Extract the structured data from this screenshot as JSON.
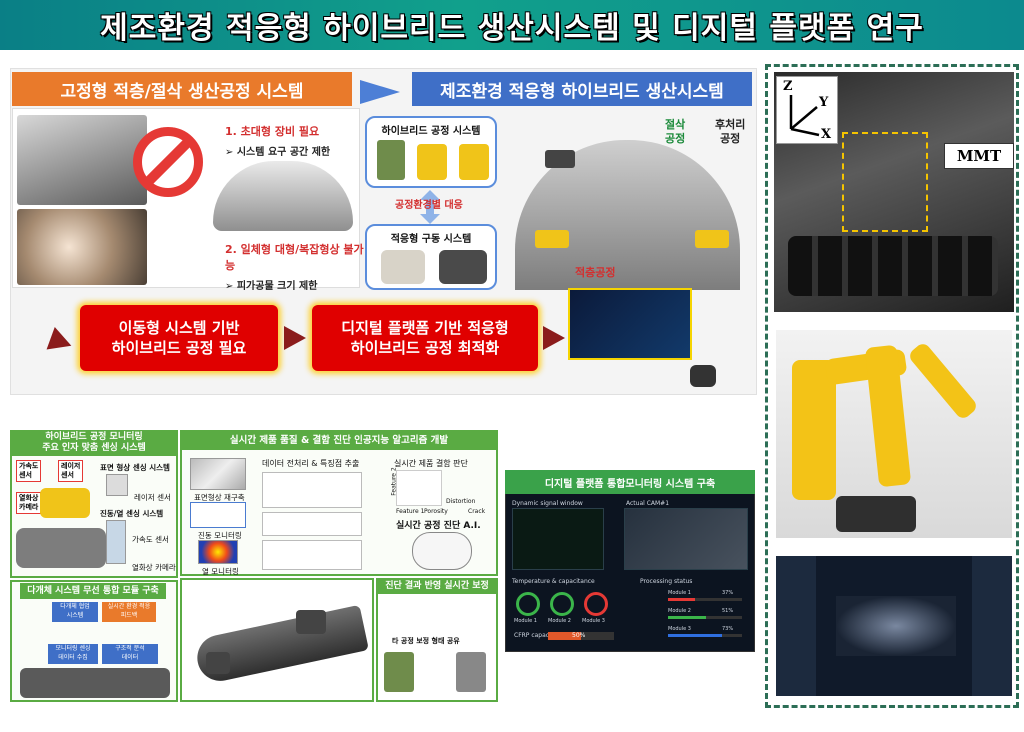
{
  "title": "제조환경 적응형 하이브리드 생산시스템 및 디지털 플랫폼 연구",
  "top": {
    "fixed_header": "고정형 적층/절삭 생산공정 시스템",
    "hybrid_header": "제조환경 적응형 하이브리드 생산시스템",
    "issue1_title": "1. 초대형 장비 필요",
    "issue1_sub": "➢ 시스템 요구 공간 제한",
    "issue2_title": "2. 일체형 대형/복잡형상 불가능",
    "issue2_sub": "➢ 피가공물 크기 제한",
    "hybrid_process_system": "하이브리드 공정 시스템",
    "env_response": "공정환경별 대응",
    "adaptive_drive_system": "적응형 구동 시스템",
    "label_cutting": "절삭\n공정",
    "label_post": "후처리\n공정",
    "label_additive": "적층공정",
    "mobile_need": "이동형 시스템 기반\n하이브리드 공정 필요",
    "digital_opt": "디지털 플랫폼 기반 적응형\n하이브리드 공정 최적화"
  },
  "bottom": {
    "monitor_head": "하이브리드 공정 모니터링\n주요 인자 맞춤 센싱 시스템",
    "ai_head": "실시간 제품 품질 & 결함 진단 인공지능 알고리즘 개발",
    "accel_sensor": "가속도\n센서",
    "laser_sensor": "레이저\n센서",
    "thermal_camera": "열화상\n카메라",
    "surface_sensing": "표면 형상 센싱 시스템",
    "laser_sensor2": "레이저 센서",
    "vibration_sensing": "진동/열 센싱 시스템",
    "accel_sensor2": "가속도 센서",
    "thermal_camera2": "열화상 카메라",
    "preprocessing": "데이터 전처리 & 특징점 추출",
    "defect_judge": "실시간 제품 결함 판단",
    "surface_recon": "표면형상 재구축",
    "vibration_monitor": "진동 모니터링",
    "thermal_monitor": "열 모니터링",
    "feature1": "Feature 1",
    "feature2": "Feature 2",
    "distortion": "Distortion",
    "porosity": "Porosity",
    "crack": "Crack",
    "realtime_ai": "실시간 공정 진단 A.I.",
    "multi_wireless": "다개체 시스템 무선 통합 모듈 구축",
    "multi_cell_system": "다개체 협업\n시스템",
    "realtime_feedback": "실시간 환경 적응\n피드백",
    "monitoring_sensing": "모니터링 센싱\n데이터 수집",
    "structure_analysis": "구조적 분석\n데이터",
    "diag_feedback_head": "진단 결과 반영 실시간 보정",
    "other_process_share": "타 공정 보정 형태 공유",
    "dp_head": "디지털 플랫폼 통합모니터링 시스템 구축"
  },
  "dashboard": {
    "dynamic_signal": "Dynamic signal window",
    "actual_cam": "Actual CAM#1",
    "temp_cap": "Temperature & capacitance",
    "proc_status": "Processing status",
    "module1": "Module 1",
    "module2": "Module 2",
    "module3": "Module 3",
    "cfrp_cap": "CFRP capacity",
    "cap_pct": "50%",
    "m1_pct": "37%",
    "m2_pct": "51%",
    "m3_pct": "73%"
  },
  "right": {
    "axis_z": "Z",
    "axis_y": "Y",
    "axis_x": "X",
    "mmt": "MMT"
  }
}
